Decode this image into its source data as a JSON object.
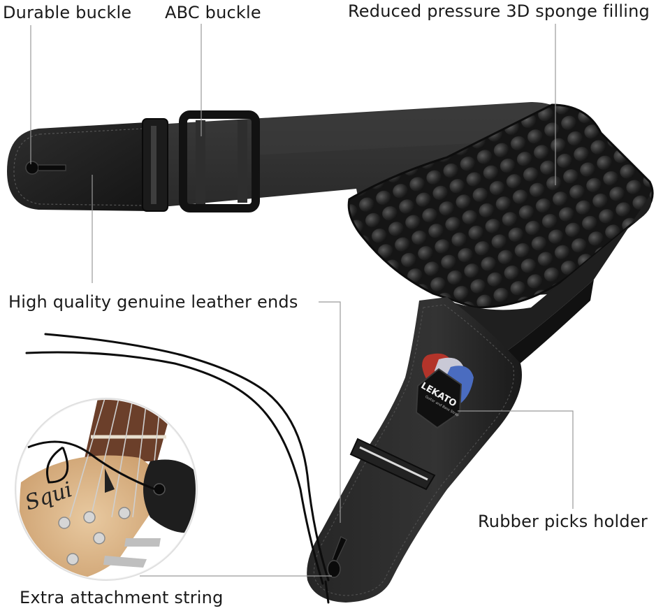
{
  "callouts": {
    "durable_buckle": "Durable buckle",
    "abc_buckle": "ABC buckle",
    "sponge_filling": "Reduced pressure 3D sponge filling",
    "leather_ends": "High quality genuine leather ends",
    "picks_holder": "Rubber picks holder",
    "attachment_string": "Extra attachment string"
  },
  "product": {
    "brand": "LEKATO",
    "badge_subtitle": "Guitar and Bass Strap",
    "headstock_text": "Squi"
  },
  "colors": {
    "background": "#ffffff",
    "strap": "#2a2a2a",
    "leather": "#1f1f1f",
    "leader_line": "#9a9a9a"
  },
  "icons": [
    "strap-button-hole-icon",
    "pick-icon"
  ]
}
